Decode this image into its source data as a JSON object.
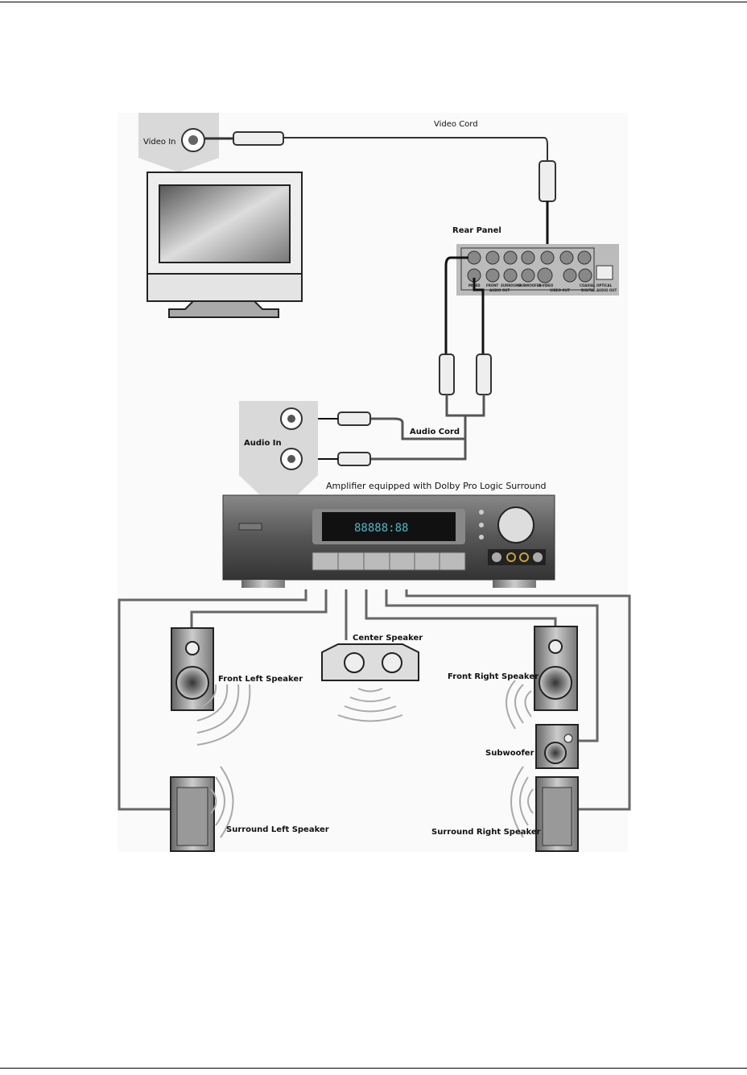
{
  "labels": {
    "video_in": "Video In",
    "video_cord": "Video Cord",
    "rear_panel": "Rear Panel",
    "audio_in": "Audio In",
    "audio_cord": "Audio Cord",
    "amplifier": "Amplifier equipped with Dolby Pro Logic Surround",
    "center_speaker": "Center Speaker",
    "front_left": "Front Left Speaker",
    "front_right": "Front Right Speaker",
    "subwoofer": "Subwoofer",
    "surround_left": "Surround Left Speaker",
    "surround_right": "Surround Right Speaker"
  },
  "rear_panel_labels": {
    "mixed": "MIXED",
    "front": "FRONT",
    "surround": "SURROUND",
    "subwoofer": "SUBWOOFER",
    "audio_out": "AUDIO OUT",
    "s_video": "S-VIDEO",
    "video_out": "VIDEO OUT",
    "coaxial": "COAXIAL",
    "optical": "OPTICAL",
    "digital_audio_out": "DIGITAL AUDIO OUT"
  },
  "amp_display": "88888:88",
  "colors": {
    "cable": "#555555",
    "callout": "#d9d9d9",
    "display": "#4fb6c4"
  }
}
